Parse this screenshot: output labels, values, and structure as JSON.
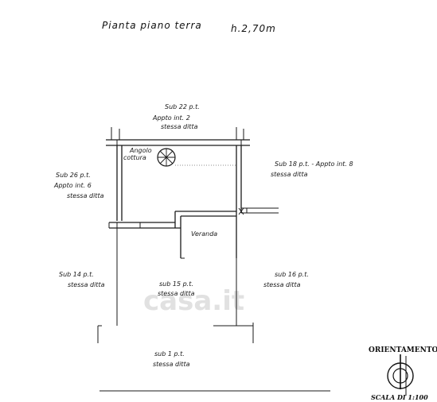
{
  "drawing": {
    "title": "Pianta piano terra",
    "height_label": "h.2,70m"
  },
  "labels": {
    "sub22_line1": "Sub 22 p.t.",
    "sub22_line2": "Appto int. 2",
    "sub22_line3": "stessa ditta",
    "angolo_line1": "Angolo",
    "angolo_line2": "cottura",
    "sub26_line1": "Sub 26 p.t.",
    "sub26_line2": "Appto int. 6",
    "sub26_line3": "stessa ditta",
    "sub18_line1": "Sub 18 p.t. - Appto int. 8",
    "sub18_line2": "stessa ditta",
    "veranda": "Veranda",
    "sub14_line1": "Sub 14 p.t.",
    "sub14_line2": "stessa ditta",
    "sub15_line1": "sub 15 p.t.",
    "sub15_line2": "stessa ditta",
    "sub16_line1": "sub 16 p.t.",
    "sub16_line2": "stessa ditta",
    "sub1_line1": "sub 1 p.t.",
    "sub1_line2": "stessa ditta"
  },
  "orientation": {
    "label": "ORIENTAMENTO",
    "scale": "SCALA DI 1:100"
  },
  "watermark": "casa.it",
  "icons": {
    "stair": "spiral-staircase-icon",
    "compass": "compass-icon"
  },
  "colors": {
    "ink": "#1a1a1a",
    "paper": "#ffffff",
    "watermark": "#c9c9c9"
  }
}
